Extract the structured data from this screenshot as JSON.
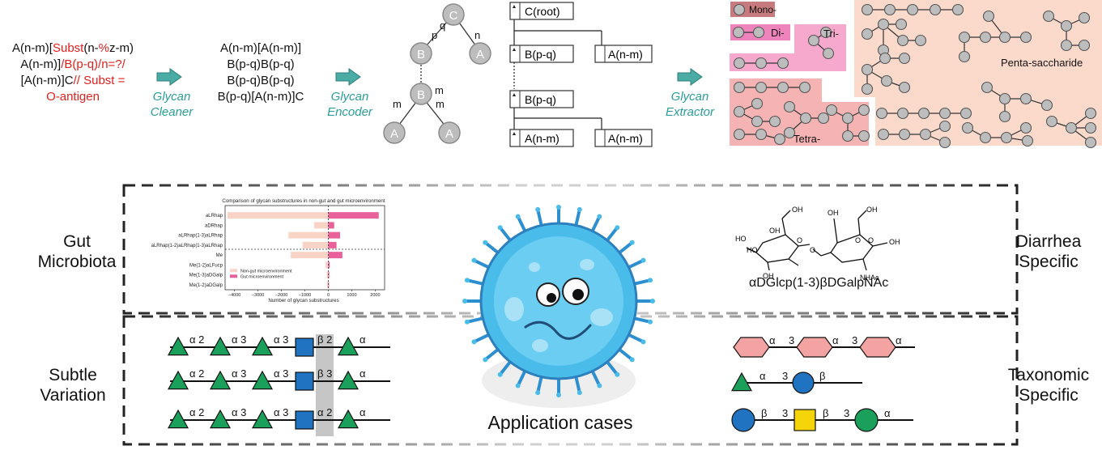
{
  "pipeline": {
    "raw_lines": [
      [
        {
          "t": "A(n-m)[",
          "r": false
        },
        {
          "t": "Subst",
          "r": true
        },
        {
          "t": "(n-",
          "r": false
        },
        {
          "t": "%",
          "r": true
        },
        {
          "t": "z-m)",
          "r": false
        }
      ],
      [
        {
          "t": "A(n-m)]",
          "r": false
        },
        {
          "t": "/B(p-q)/n=?/",
          "r": true
        }
      ],
      [
        {
          "t": "[A(n-m)]C",
          "r": false
        },
        {
          "t": "// Subst =",
          "r": true
        }
      ],
      [
        {
          "t": "O-antigen",
          "r": true
        }
      ]
    ],
    "cleaner_label_1": "Glycan",
    "cleaner_label_2": "Cleaner",
    "clean_lines": [
      "A(n-m)[A(n-m)]",
      "B(p-q)B(p-q)",
      "B(p-q)B(p-q)",
      "B(p-q)[A(n-m)]C"
    ],
    "encoder_label_1": "Glycan",
    "encoder_label_2": "Encoder",
    "extractor_label_1": "Glycan",
    "extractor_label_2": "Extractor",
    "tree": {
      "nodes": [
        "C",
        "B",
        "A",
        "B",
        "A",
        "A"
      ],
      "edges": [
        "p",
        "q",
        "n",
        "m",
        "m",
        "m"
      ]
    },
    "encoded_boxes": [
      "C(root)",
      "B(p-q)",
      "A(n-m)",
      "B(p-q)",
      "A(n-m)",
      "A(n-m)"
    ],
    "substructures": {
      "mono": "Mono-",
      "di": "Di-",
      "tri": "Tri-",
      "tetra": "Tetra-",
      "penta": "Penta-saccharide"
    }
  },
  "cases": {
    "title": "Application cases",
    "gut_1": "Gut",
    "gut_2": "Microbiota",
    "diarrhea_1": "Diarrhea",
    "diarrhea_2": "Specific",
    "subtle_1": "Subtle",
    "subtle_2": "Variation",
    "taxonomic_1": "Taxonomic",
    "taxonomic_2": "Specific",
    "molecule_name": "αDGlcp(1-3)βDGalpNAc",
    "molecule_atoms": [
      "OH",
      "OH",
      "HO",
      "HO",
      "O",
      "OH",
      "O",
      "OH",
      "OH",
      "O",
      "O",
      "OH",
      "NHAc"
    ],
    "subtle_links": [
      [
        "α 2",
        "α 3",
        "α 3",
        "β 2",
        "α"
      ],
      [
        "α 2",
        "α 3",
        "α 3",
        "β 3",
        "α"
      ],
      [
        "α 2",
        "α 3",
        "α 3",
        "α 2",
        "α"
      ]
    ],
    "taxonomic_links": [
      [
        "α",
        "3",
        "α",
        "3",
        "α"
      ],
      [
        "α",
        "3",
        "β"
      ],
      [
        "β",
        "3",
        "β",
        "3",
        "α"
      ]
    ]
  },
  "chart_data": {
    "type": "bar",
    "title": "Comparison of glycan substructures in non-gut and gut microenvironment",
    "categories": [
      "aLRhap",
      "aDRhap",
      "aLRhap(1-3)aLRhap",
      "aLRhap(1-2)aLRhap(1-3)aLRhap",
      "Me",
      "Me(1-2)aLFucp",
      "Me(1-3)aDGalp",
      "Me(1-2)aDGalp"
    ],
    "series": [
      {
        "name": "Non-gut microenvironment",
        "values": [
          -4300,
          -600,
          -1700,
          -1100,
          -1600,
          -120,
          -70,
          -50
        ]
      },
      {
        "name": "Gut microenvironment",
        "values": [
          2150,
          250,
          500,
          350,
          600,
          60,
          40,
          30
        ]
      }
    ],
    "xlabel": "Number of glycan substructures",
    "xlim": [
      -4400,
      2400
    ],
    "xticks": [
      "−4000",
      "−3000",
      "−2000",
      "−1000",
      "0",
      "1000",
      "2000"
    ],
    "xtick_values": [
      -4000,
      -3000,
      -2000,
      -1000,
      0,
      1000,
      2000
    ],
    "legend": "lower-left",
    "colors": {
      "non_gut": "#f9d4c6",
      "gut": "#e8619a"
    }
  },
  "colors": {
    "teal_arrow": "#4aaca4",
    "node_gray": "#bdbdbd",
    "mono_bg": "#c77b7f",
    "di_bg": "#ee84bb",
    "tri_bg": "#f6a9cd",
    "tetra_bg": "#f6b3b3",
    "penta_bg": "#fbd9cb",
    "snfg_green": "#1aa05a",
    "snfg_blue": "#1f73c0",
    "snfg_yellow": "#f6d40a",
    "snfg_pink": "#f4a3a3"
  }
}
